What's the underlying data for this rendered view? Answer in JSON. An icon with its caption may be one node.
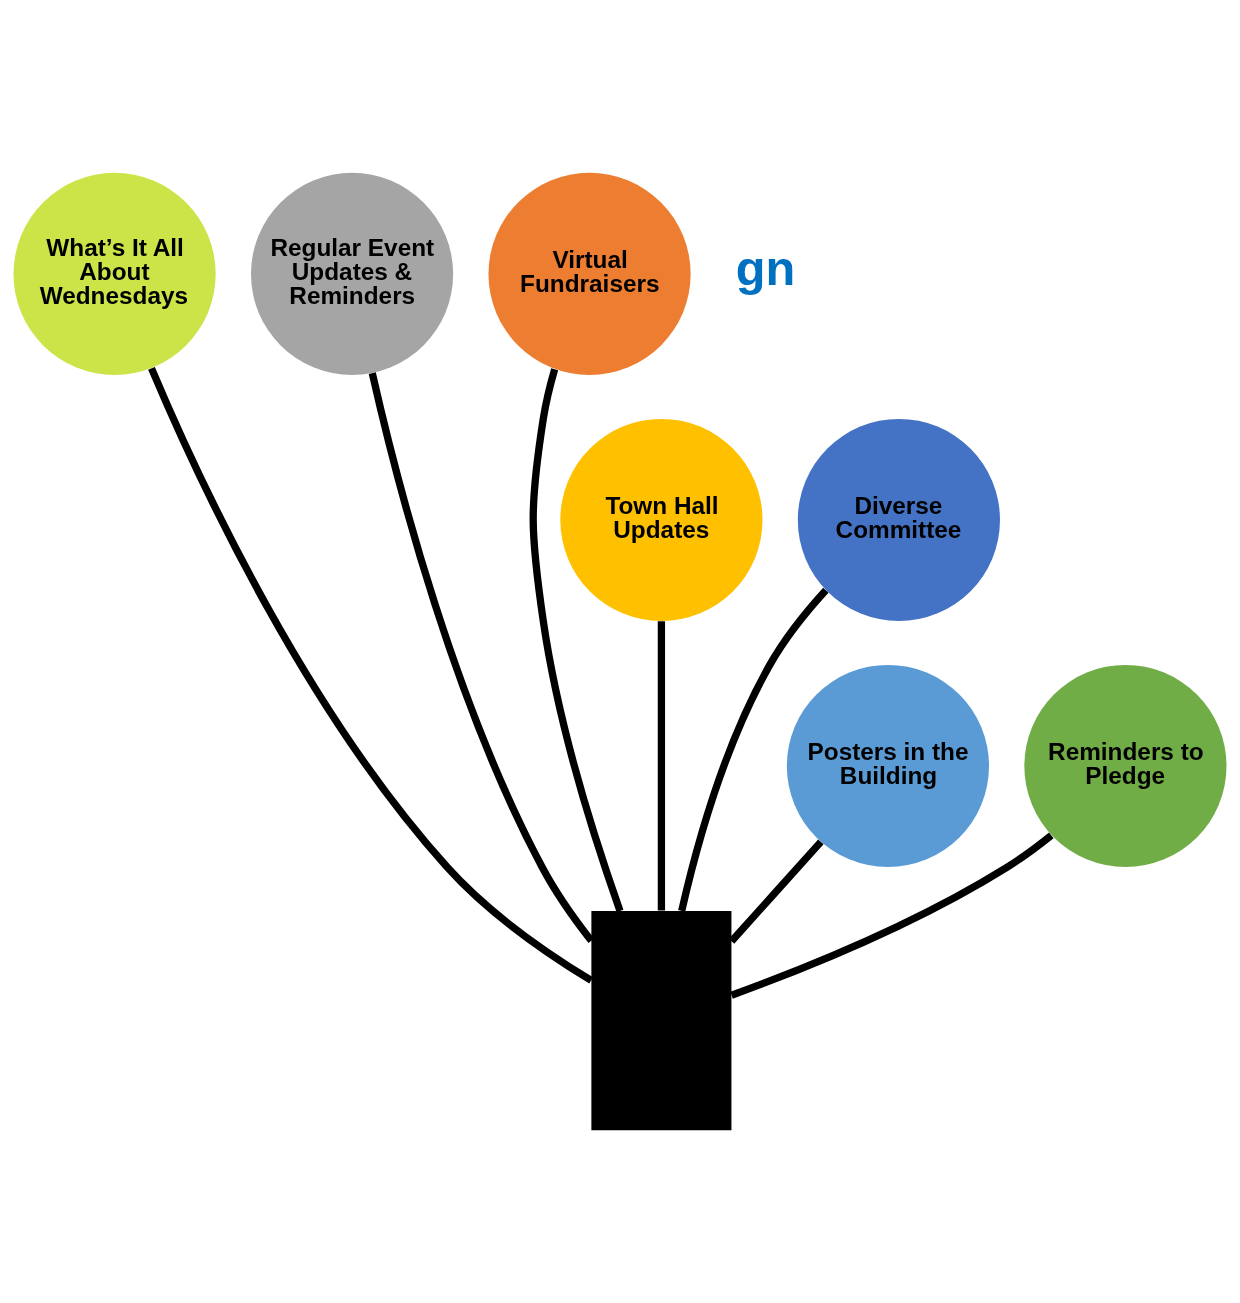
{
  "diagram": {
    "nodes": [
      {
        "text": [],
        "shape": "box"
      },
      {
        "text": [
          "What’s It All About Wednesdays"
        ]
      },
      {
        "text": [
          "Regular Event Updates & Reminders"
        ]
      },
      {
        "text": [
          "Virtual Fundraisers"
        ]
      },
      {
        "text": [
          "Town Hall Updates"
        ]
      },
      {
        "text": [
          "Diverse Committee"
        ]
      },
      {
        "text": [
          "Posters in the Building"
        ]
      },
      {
        "text": [
          "Reminders to Pledge"
        ]
      }
    ],
    "edges": [
      {
        "from": 0,
        "to": 1,
        "arrow": "none"
      },
      {
        "from": 0,
        "to": 2,
        "arrow": "none"
      },
      {
        "from": 0,
        "to": 3,
        "arrow": "none"
      },
      {
        "from": 0,
        "to": 4,
        "arrow": "none"
      },
      {
        "from": 0,
        "to": 5,
        "arrow": "none"
      },
      {
        "from": 0,
        "to": 6,
        "arrow": "none"
      },
      {
        "from": 0,
        "to": 7,
        "arrow": "none"
      }
    ],
    "labels": [
      "gn"
    ]
  }
}
